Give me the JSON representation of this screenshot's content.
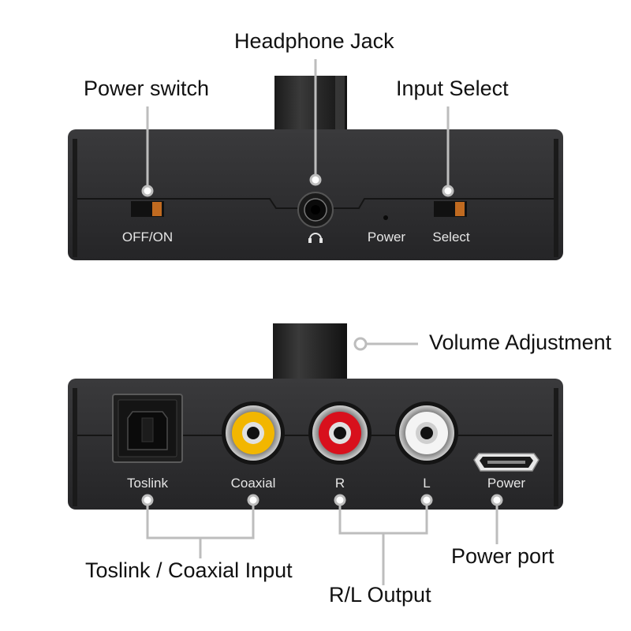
{
  "callouts": {
    "headphone_jack": "Headphone Jack",
    "power_switch": "Power switch",
    "input_select": "Input Select",
    "volume_adjustment": "Volume Adjustment",
    "toslink_coaxial_input": "Toslink / Coaxial Input",
    "rl_output": "R/L Output",
    "power_port": "Power port"
  },
  "front_panel": {
    "off_on": "OFF/ON",
    "power": "Power",
    "select": "Select"
  },
  "rear_panel": {
    "toslink": "Toslink",
    "coaxial": "Coaxial",
    "r": "R",
    "l": "L",
    "power": "Power"
  },
  "colors": {
    "device_body": "#2a2a2c",
    "coaxial_ring": "#f2b600",
    "right_ring": "#d8101c",
    "left_ring": "#f4f4f4",
    "callout_line": "#bdbdbd"
  },
  "icons": {
    "headphone": "headphone-icon"
  }
}
